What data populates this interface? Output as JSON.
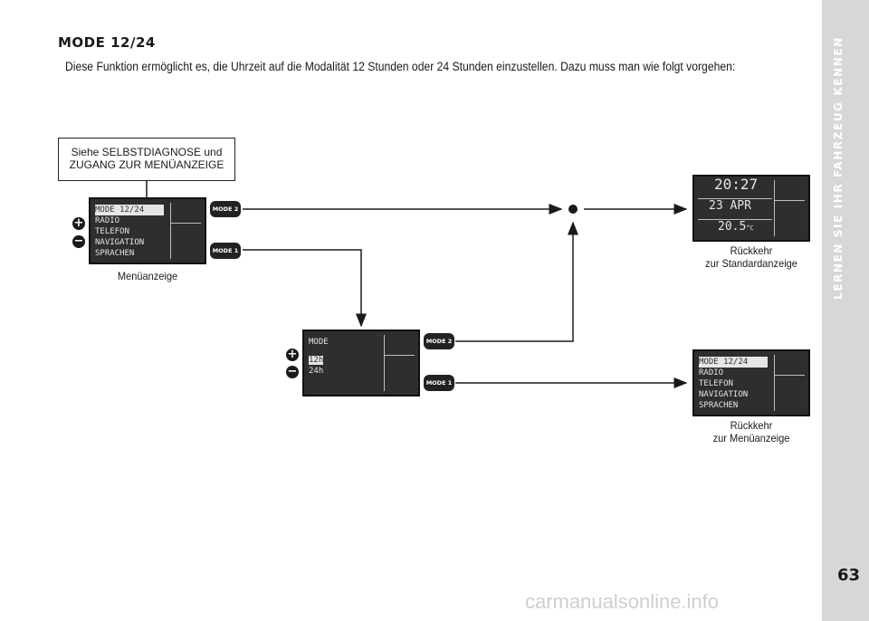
{
  "heading": "MODE 12/24",
  "intro": "Diese Funktion ermöglicht es, die Uhrzeit auf die Modalität 12 Stunden oder 24 Stunden einzustellen. Dazu muss man wie folgt vorgehen:",
  "sidebar_title": "LERNEN SIE IHR FAHRZEUG KENNEN",
  "page_number": "63",
  "watermark": "carmanualsonline.info",
  "ref_box": {
    "line1": "Siehe SELBSTDIAGNOSE und",
    "line2": "ZUGANG ZUR MENÜANZEIGE"
  },
  "menu_display": {
    "items": [
      "MODE 12/24",
      "RADIO",
      "TELEFON",
      "NAVIGATION",
      "SPRACHEN"
    ],
    "caption": "Menüanzeige"
  },
  "mode_display": {
    "title": "MODE",
    "options": [
      "12h",
      "24h"
    ]
  },
  "standard_display": {
    "time": "20:27",
    "date": "23 APR",
    "temp": "20.5",
    "temp_unit": "°C",
    "caption_line1": "Rückkehr",
    "caption_line2": "zur Standardanzeige"
  },
  "return_menu_display": {
    "items": [
      "MODE 12/24",
      "RADIO",
      "TELEFON",
      "NAVIGATION",
      "SPRACHEN"
    ],
    "caption_line1": "Rückkehr",
    "caption_line2": "zur Menüanzeige"
  },
  "buttons": {
    "mode2": "MODE 2",
    "mode1": "MODE 1",
    "plus": "+",
    "minus": "−"
  }
}
